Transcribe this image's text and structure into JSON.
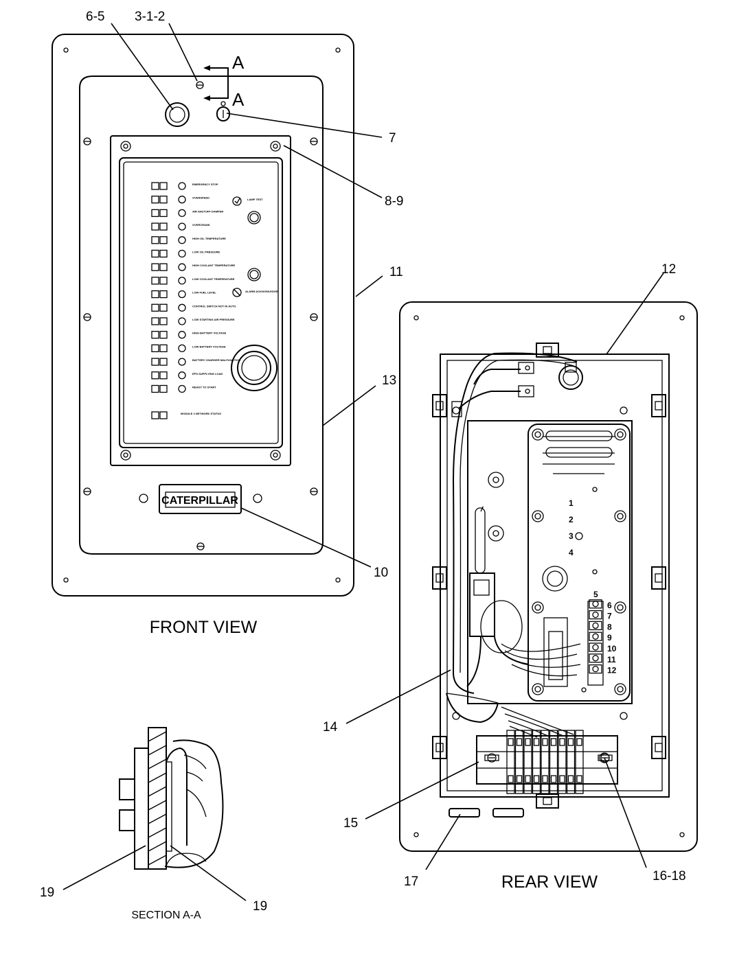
{
  "views": {
    "front": "FRONT VIEW",
    "rear": "REAR VIEW",
    "section": "SECTION A-A"
  },
  "section_markers": [
    "A",
    "A"
  ],
  "brand": "CATERPILLAR",
  "callouts": {
    "c_6_5": "6-5",
    "c_3_1_2": "3-1-2",
    "c_7": "7",
    "c_8_9": "8-9",
    "c_11": "11",
    "c_12": "12",
    "c_13": "13",
    "c_10": "10",
    "c_14": "14",
    "c_15": "15",
    "c_17": "17",
    "c_16_18": "16-18",
    "c_19_left": "19",
    "c_19_right": "19"
  },
  "module_numbers": [
    "1",
    "2",
    "3",
    "4"
  ],
  "terminal_numbers": [
    "5",
    "6",
    "7",
    "8",
    "9",
    "10",
    "11",
    "12"
  ],
  "indicator_labels": [
    "EMERGENCY STOP",
    "OVERSPEED",
    "AIR SHUTOFF DAMPER",
    "OVERCRANK",
    "HIGH OIL TEMPERATURE",
    "LOW OIL PRESSURE",
    "HIGH COOLANT TEMPERATURE",
    "LOW COOLANT TEMPERATURE",
    "LOW FUEL LEVEL",
    "CONTROL SWITCH NOT IN AUTO",
    "LOW STARTING AIR PRESSURE",
    "HIGH BATTERY VOLTAGE",
    "LOW BATTERY VOLTAGE",
    "BATTERY CHARGER MALFUNCTION",
    "EPS SUPPLYING LOAD",
    "READY TO START"
  ],
  "extra_labels": {
    "module": "MODULE 2 NETWORK STATUS",
    "lamp": "LAMP TEST",
    "alarm": "ALARM ACKNOWLEDGE"
  }
}
